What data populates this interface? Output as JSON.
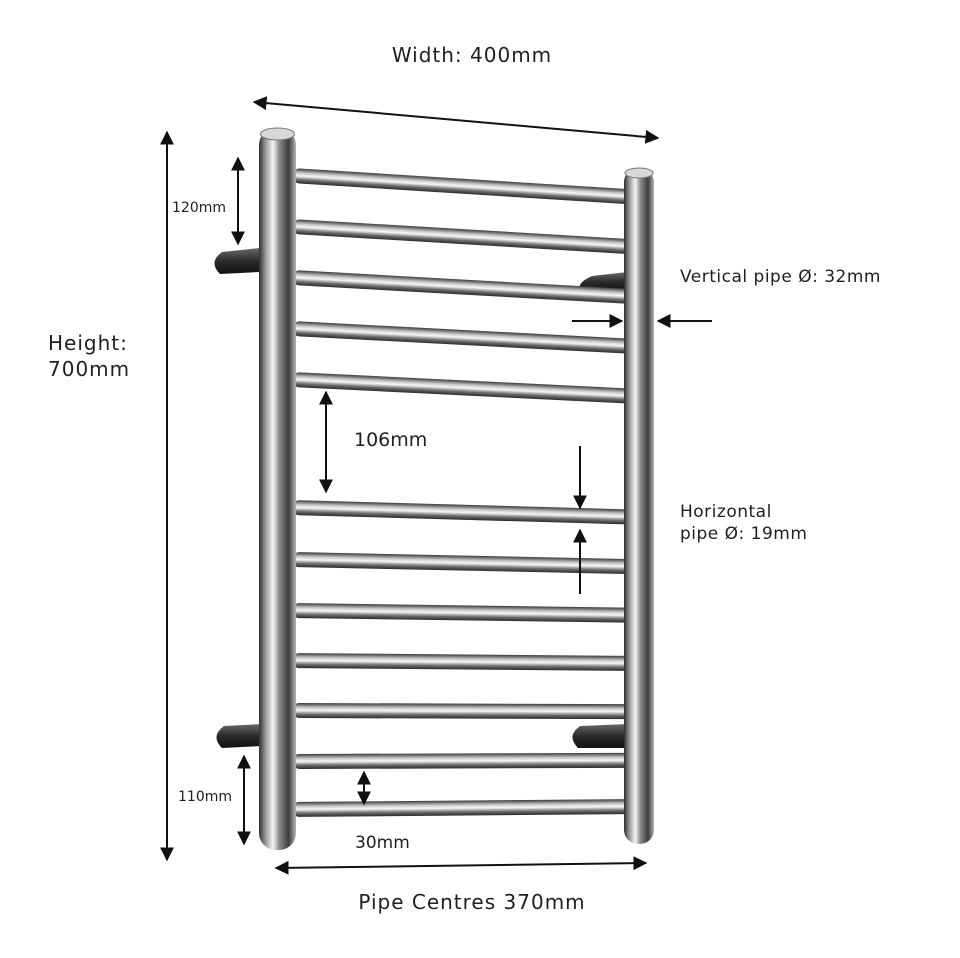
{
  "labels": {
    "width": "Width: 400mm",
    "height_line1": "Height:",
    "height_line2": "700mm",
    "top_gap": "120mm",
    "bottom_gap": "110mm",
    "bar_gap": "106mm",
    "rail_spacing": "30mm",
    "vertical_pipe": "Vertical pipe Ø: 32mm",
    "horizontal_pipe_line1": "Horizontal",
    "horizontal_pipe_line2": "pipe Ø: 19mm",
    "pipe_centres": "Pipe Centres 370mm"
  },
  "colors": {
    "text": "#1f1f1f",
    "arrow": "#111111",
    "chrome_dark": "#3a3a3a",
    "chrome_light": "#f2f2f2"
  }
}
